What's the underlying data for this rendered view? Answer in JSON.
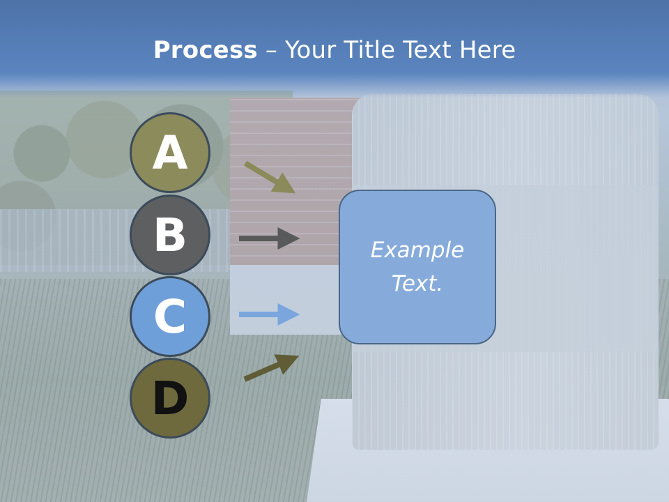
{
  "slide": {
    "title_bold": "Process",
    "title_rest": " – Your Title Text Here"
  },
  "steps": [
    {
      "letter": "A",
      "color": "#8c8b5b",
      "arrow_color": "#8a8a5a"
    },
    {
      "letter": "B",
      "color": "#5e5f61",
      "arrow_color": "#58595b"
    },
    {
      "letter": "C",
      "color": "#6f9fd8",
      "arrow_color": "#7aa6dd"
    },
    {
      "letter": "D",
      "color": "#6e6a3e",
      "arrow_color": "#5f5c36"
    }
  ],
  "result": {
    "text": "Example Text.",
    "color": "#86abdb"
  },
  "theme": {
    "title_bar_color": "#5b85c0",
    "title_text_color": "#ffffff"
  }
}
